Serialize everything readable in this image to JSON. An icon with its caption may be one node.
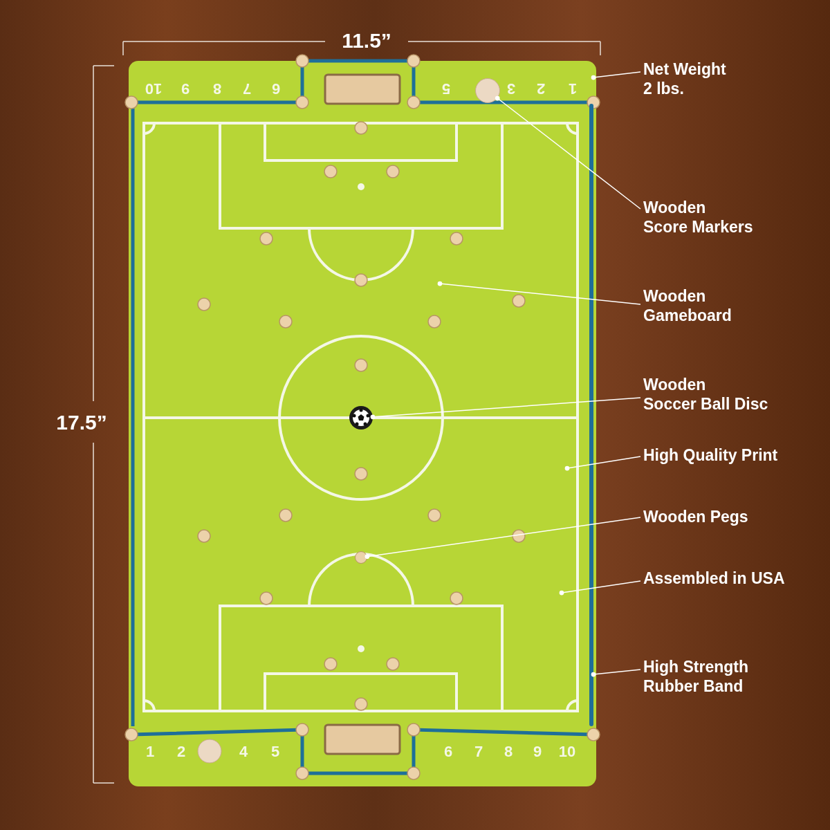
{
  "diagram": {
    "nodes": [
      {
        "text": [
          "Net Weight 2 lbs."
        ]
      },
      {
        "text": [
          "Wooden Score Markers"
        ]
      },
      {
        "text": [
          "Wooden Gameboard"
        ]
      },
      {
        "text": [
          "Wooden Soccer Ball Disc"
        ]
      },
      {
        "text": [
          "High Quality Print"
        ]
      },
      {
        "text": [
          "Wooden Pegs"
        ]
      },
      {
        "text": [
          "Assembled in USA"
        ]
      },
      {
        "text": [
          "High Strength Rubber Band"
        ]
      },
      {
        "text": [],
        "shape": "circle"
      },
      {
        "text": [],
        "shape": "circle"
      },
      {
        "text": [],
        "shape": "circle"
      },
      {
        "text": [],
        "shape": "bar"
      }
    ],
    "edges": [
      {
        "from": 0,
        "to": null,
        "arrow": "other"
      },
      {
        "from": 1,
        "to": 8,
        "arrow": "other"
      },
      {
        "from": 2,
        "to": null,
        "arrow": "other"
      },
      {
        "from": 3,
        "to": 9,
        "arrow": "other"
      },
      {
        "from": 4,
        "to": null,
        "arrow": "other"
      },
      {
        "from": 5,
        "to": 10,
        "arrow": "other"
      },
      {
        "from": 6,
        "to": null,
        "arrow": "other"
      },
      {
        "from": 7,
        "to": 11,
        "arrow": "other"
      }
    ],
    "labels": [
      "11.5”",
      "10",
      "9",
      "8",
      "7",
      "6",
      "5",
      "3",
      "2",
      "1",
      "17.5”",
      "1",
      "2",
      "4",
      "5",
      "6",
      "7",
      "8",
      "9",
      "10"
    ]
  }
}
